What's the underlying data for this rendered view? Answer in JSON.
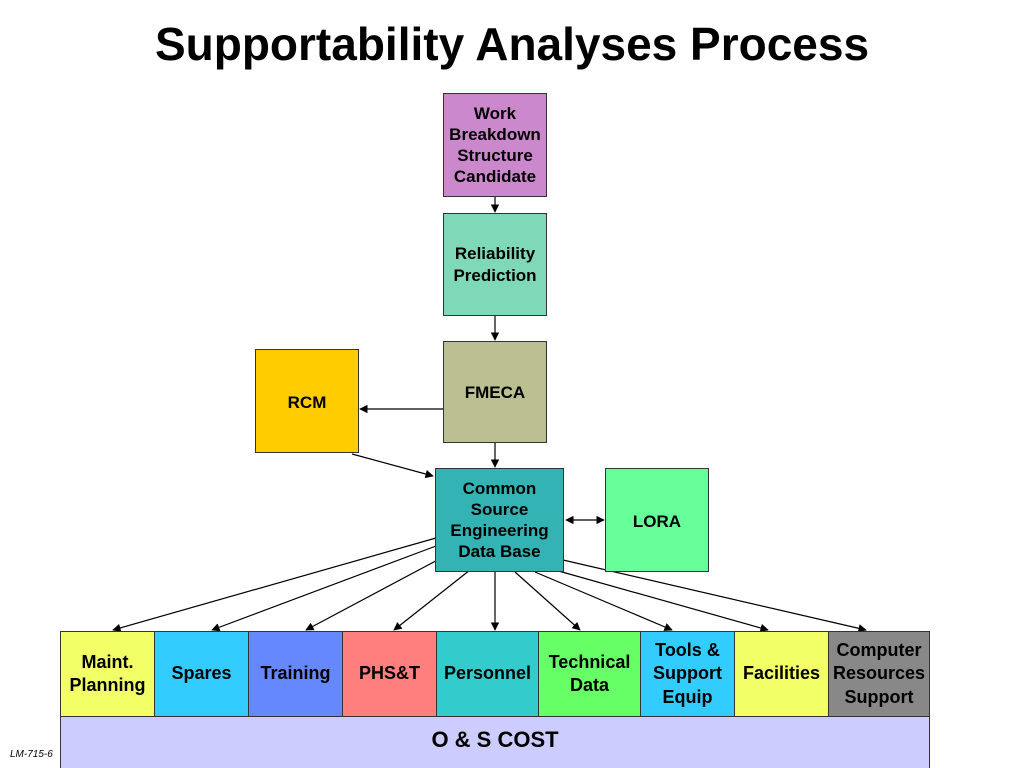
{
  "title": "Supportability Analyses Process",
  "nodes": {
    "wbs": {
      "label": "Work\nBreakdown\nStructure\nCandidate",
      "color": "#cc88cc"
    },
    "reliability": {
      "label": "Reliability\nPrediction",
      "color": "#7fd9b9"
    },
    "fmeca": {
      "label": "FMECA",
      "color": "#bbbf91"
    },
    "rcm": {
      "label": "RCM",
      "color": "#ffcc00"
    },
    "csedb": {
      "label": "Common\nSource\nEngineering\nData Base",
      "color": "#33b3b3"
    },
    "lora": {
      "label": "LORA",
      "color": "#66ff99"
    }
  },
  "bottom_elements": [
    {
      "key": "maint-planning",
      "label": "Maint.\nPlanning",
      "color": "#f2ff66"
    },
    {
      "key": "spares",
      "label": "Spares",
      "color": "#33ccff"
    },
    {
      "key": "training",
      "label": "Training",
      "color": "#6688ff"
    },
    {
      "key": "phst",
      "label": "PHS&T",
      "color": "#ff7f7f"
    },
    {
      "key": "personnel",
      "label": "Personnel",
      "color": "#33cccc"
    },
    {
      "key": "technical-data",
      "label": "Technical\nData",
      "color": "#66ff66"
    },
    {
      "key": "tools-support-equip",
      "label": "Tools &\nSupport\nEquip",
      "color": "#33ccff"
    },
    {
      "key": "facilities",
      "label": "Facilities",
      "color": "#f2ff66"
    },
    {
      "key": "computer-resources-support",
      "label": "Computer\nResources\nSupport",
      "color": "#888888"
    }
  ],
  "cost_bar": {
    "label": "O & S COST",
    "color": "#ccccff"
  },
  "footer": {
    "code": "LM-715-6"
  }
}
